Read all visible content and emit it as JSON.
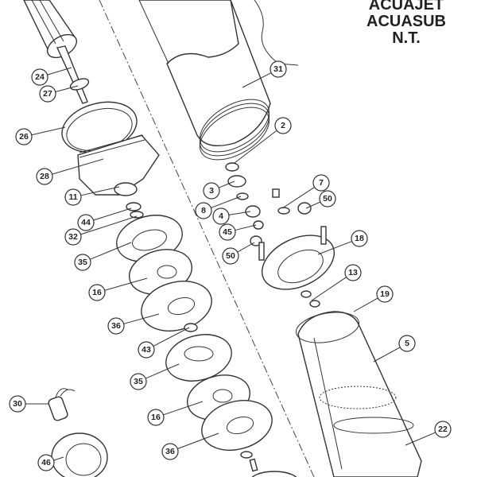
{
  "title": {
    "line1": "ACUAJET",
    "line2": "ACUASUB",
    "line3": "N.T."
  },
  "callouts": [
    "24",
    "27",
    "26",
    "28",
    "11",
    "44",
    "32",
    "35",
    "16",
    "36",
    "43",
    "35",
    "30",
    "16",
    "36",
    "46",
    "31",
    "2",
    "3",
    "8",
    "4",
    "45",
    "50",
    "7",
    "50",
    "18",
    "13",
    "19",
    "5",
    "22"
  ]
}
